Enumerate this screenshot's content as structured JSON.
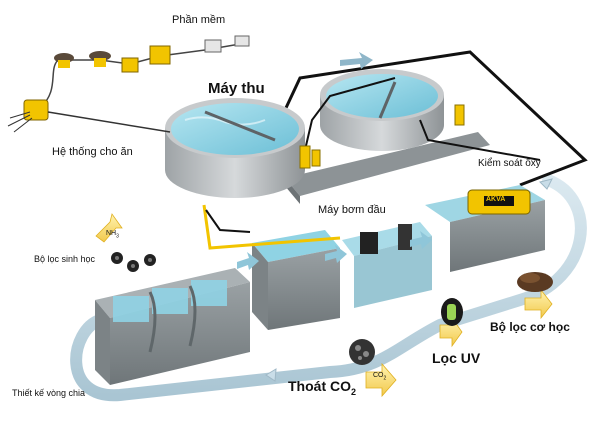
{
  "labels": {
    "software": "Phần mềm",
    "receiver": "Máy thu",
    "feeding_system": "Hệ thống cho ăn",
    "oxygen_control": "Kiểm soát ôxy",
    "head_pump": "Máy bơm đầu",
    "bio_filter": "Bộ lọc sinh học",
    "mech_filter": "Bộ lọc cơ học",
    "uv_filter": "Lọc UV",
    "co2_main": "Thoát CO",
    "co2_sub": "2",
    "loop_design": "Thiết kế vòng chia",
    "nh3_main": "NH",
    "nh3_sub": "3",
    "co2_arrow_main": "CO",
    "co2_arrow_sub": "2",
    "oxygen_unit_brand": "AKVA"
  },
  "colors": {
    "water": "#8fd3e4",
    "loop_pipe": "#c9dde8",
    "tank_rim": "#b9bcbf",
    "device_yellow": "#f2c400",
    "cable": "#111111",
    "concrete": "#8d9396"
  }
}
